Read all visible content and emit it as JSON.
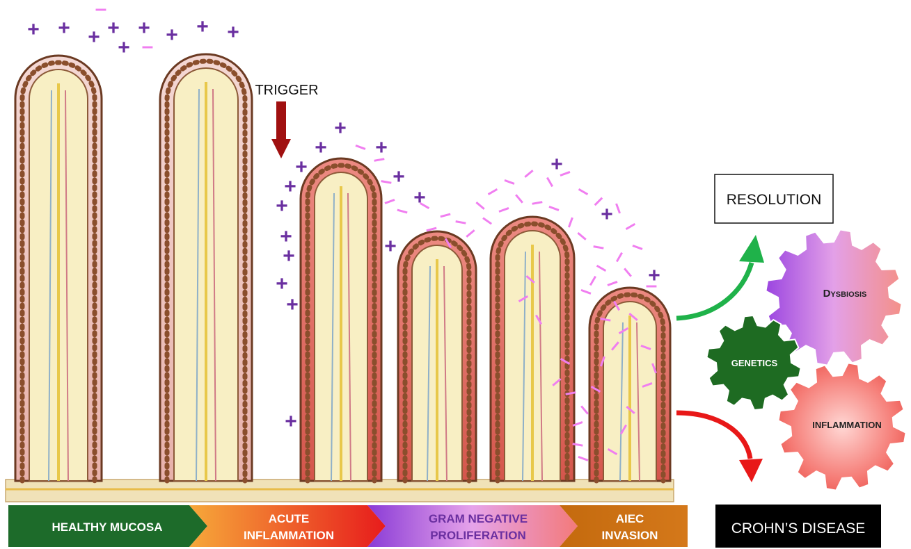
{
  "trigger_label": "TRIGGER",
  "resolution_label": "RESOLUTION",
  "crohns_label": "CROHN’S DISEASE",
  "stages": [
    {
      "line1": "HEALTHY MUCOSA",
      "line2": ""
    },
    {
      "line1": "ACUTE",
      "line2": "INFLAMMATION"
    },
    {
      "line1": "GRAM NEGATIVE",
      "line2": "PROLIFERATION"
    },
    {
      "line1": "AIEC",
      "line2": "INVASION"
    }
  ],
  "gears": {
    "dysbiosis": "Dysbiosis",
    "genetics": "GENETICS",
    "inflammation": "INFLAMMATION"
  },
  "symbols": {
    "plus": "+",
    "minus": "–"
  },
  "colors": {
    "healthy": "#1d6b2a",
    "plus": "#6a2fa0",
    "minus": "#f07ef0",
    "trigger_arrow": "#a01010",
    "resolution_arrow": "#1fb24a",
    "disease_arrow": "#e81818",
    "genetics_gear": "#1e6b22"
  }
}
